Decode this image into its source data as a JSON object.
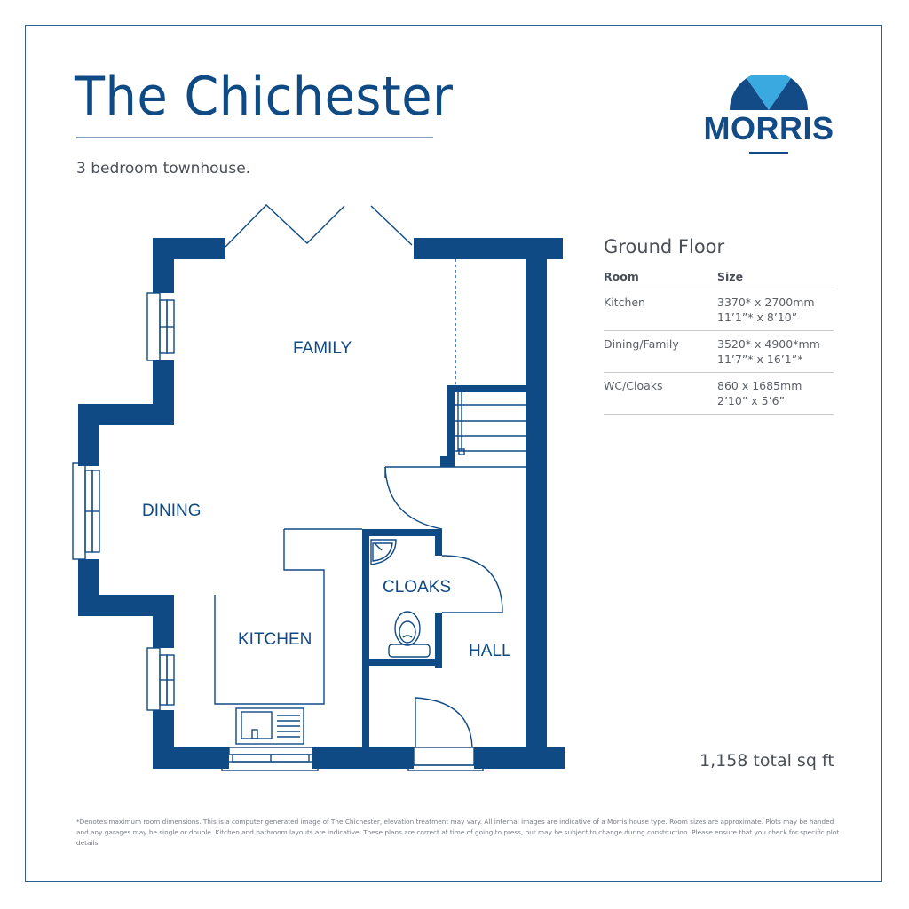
{
  "header": {
    "title": "The Chichester",
    "subtitle": "3 bedroom townhouse."
  },
  "logo": {
    "brand": "MORRIS",
    "icon": "morris-sunrise-logo-icon",
    "colors": {
      "dark": "#124b86",
      "light": "#39a9e0"
    }
  },
  "floorplan": {
    "wall_color": "#0f4a85",
    "rooms": [
      {
        "label": "FAMILY"
      },
      {
        "label": "DINING"
      },
      {
        "label": "KITCHEN"
      },
      {
        "label": "CLOAKS"
      },
      {
        "label": "HALL"
      }
    ]
  },
  "schedule": {
    "title": "Ground Floor",
    "columns": [
      "Room",
      "Size"
    ],
    "rows": [
      {
        "room": "Kitchen",
        "metric": "3370* x 2700mm",
        "imperial": "11’1”* x 8’10”"
      },
      {
        "room": "Dining/Family",
        "metric": "3520* x 4900*mm",
        "imperial": "11’7”* x 16’1”*"
      },
      {
        "room": "WC/Cloaks",
        "metric": "860 x 1685mm",
        "imperial": "2’10” x 5’6”"
      }
    ]
  },
  "total_area": "1,158 total sq ft",
  "disclaimer": "*Denotes maximum room dimensions. This is a computer generated image of The Chichester, elevation treatment may vary. All internal images are indicative of a Morris house type. Room sizes are approximate. Plots may be handed and any garages may be single or double. Kitchen and bathroom layouts are indicative. These plans are correct at time of going to press, but may be subject to change during construction. Please ensure that you check for specific plot details."
}
